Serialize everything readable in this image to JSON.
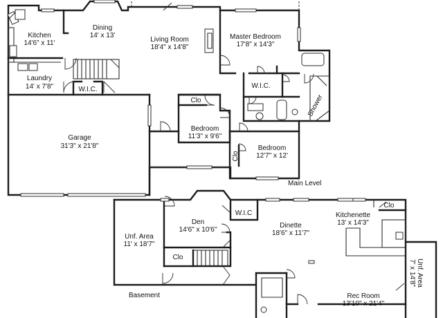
{
  "levels": {
    "main": "Main Level",
    "basement": "Basement"
  },
  "rooms": {
    "kitchen": {
      "name": "Kitchen",
      "size": "14'6\" x 11'"
    },
    "dining": {
      "name": "Dining",
      "size": "14' x 13'"
    },
    "living_room": {
      "name": "Living Room",
      "size": "18'4\" x 14'8\""
    },
    "master_bedroom": {
      "name": "Master Bedroom",
      "size": "17'8\" x 14'3\""
    },
    "laundry": {
      "name": "Laundry",
      "size": "14' x 7'8\""
    },
    "wic_main": {
      "name": "W.I.C."
    },
    "wic_master": {
      "name": "W.I.C."
    },
    "shower": {
      "name": "Shower"
    },
    "closet_main": {
      "name": "Clo"
    },
    "bedroom_2": {
      "name": "Bedroom",
      "size": "11'3\" x 9'6\""
    },
    "closet_bed3": {
      "name": "Clo"
    },
    "bedroom_3": {
      "name": "Bedroom",
      "size": "12'7\" x 12'"
    },
    "garage": {
      "name": "Garage",
      "size": "31'3\" x 21'8\""
    },
    "den": {
      "name": "Den",
      "size": "14'6\" x 10'6\""
    },
    "wic_basement": {
      "name": "W.I.C"
    },
    "closet_kitchenette": {
      "name": "Clo"
    },
    "kitchenette": {
      "name": "Kitchenette",
      "size": "13' x 14'3\""
    },
    "dinette": {
      "name": "Dinette",
      "size": "18'6\" x 11'7\""
    },
    "unf_left": {
      "name": "Unf. Area",
      "size": "11' x 18'7\""
    },
    "closet_basement": {
      "name": "Clo"
    },
    "rec_room": {
      "name": "Rec Room",
      "size": "13'10\" x 21'4\""
    },
    "unf_right": {
      "name": "Unf. Area",
      "size": "7' x 14'8\""
    }
  }
}
